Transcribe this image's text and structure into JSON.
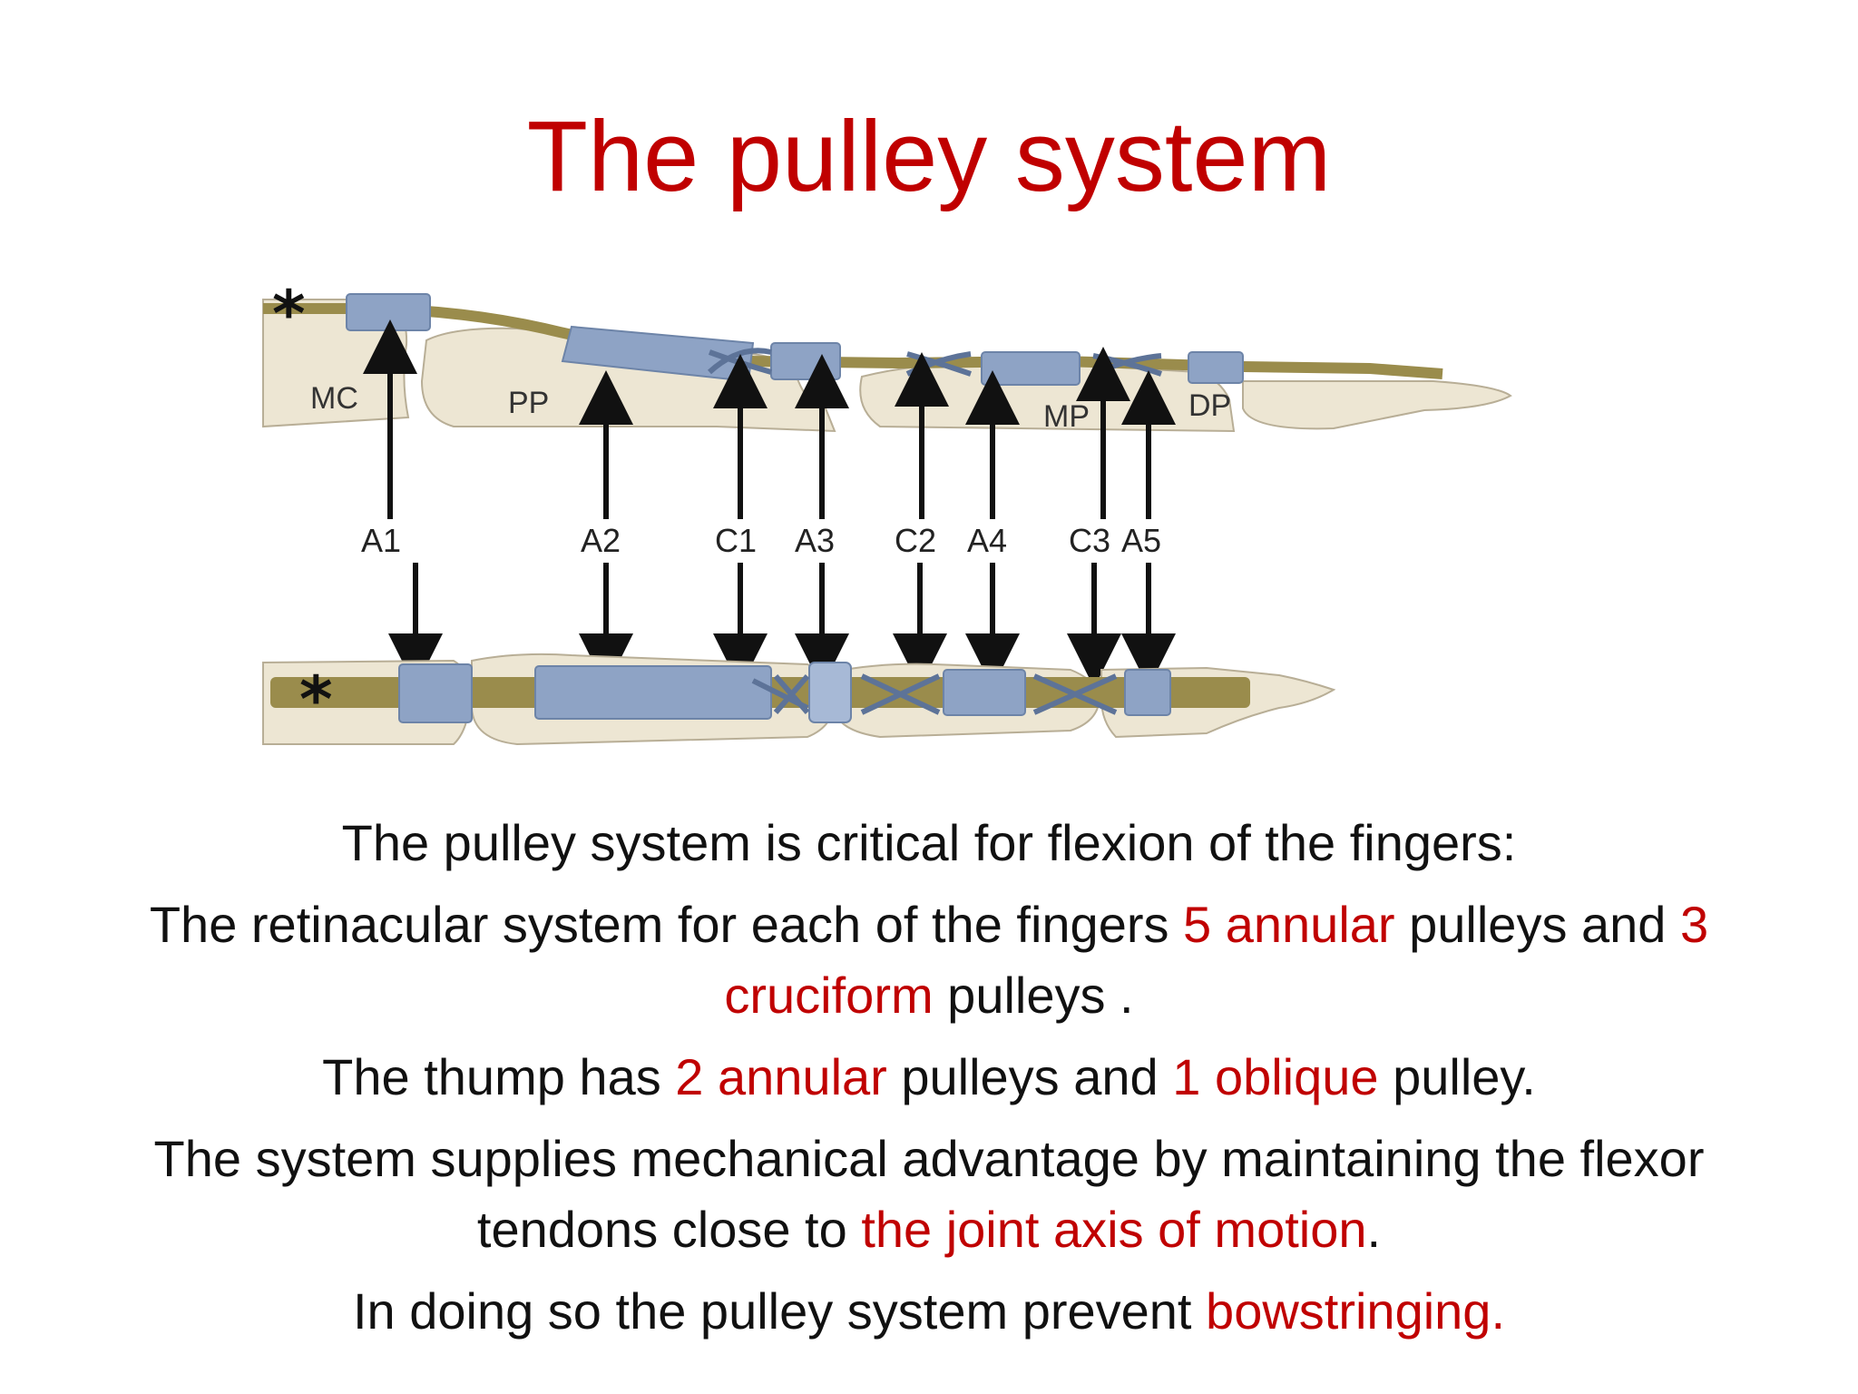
{
  "title": "The pulley system",
  "diagram": {
    "bones": {
      "mc": "MC",
      "pp": "PP",
      "mp": "MP",
      "dp": "DP"
    },
    "pulleys": [
      "A1",
      "A2",
      "C1",
      "A3",
      "C2",
      "A4",
      "C3",
      "A5"
    ],
    "marker": "*",
    "colors": {
      "bone": "#ede6d3",
      "bone_outline": "#b8ae96",
      "tendon": "#9a8c4c",
      "pulley": "#8ea3c5",
      "cruciform": "#5d7398"
    }
  },
  "body": {
    "line1": "The pulley system is critical for flexion of the fingers:",
    "line2": {
      "a": "The retinacular system for each of the fingers ",
      "b": "5 annular",
      "c": " pulleys and ",
      "d": "3 cruciform",
      "e": " pulleys ."
    },
    "line3": {
      "a": "The thump has ",
      "b": "2 annular",
      "c": " pulleys and ",
      "d": "1 oblique",
      "e": " pulley."
    },
    "line4": {
      "a": "The system supplies mechanical advantage by maintaining  the flexor tendons close to ",
      "b": "the joint axis of motion",
      "c": "."
    },
    "line5": {
      "a": "In doing so the pulley system  prevent ",
      "b": "bowstringing."
    }
  }
}
